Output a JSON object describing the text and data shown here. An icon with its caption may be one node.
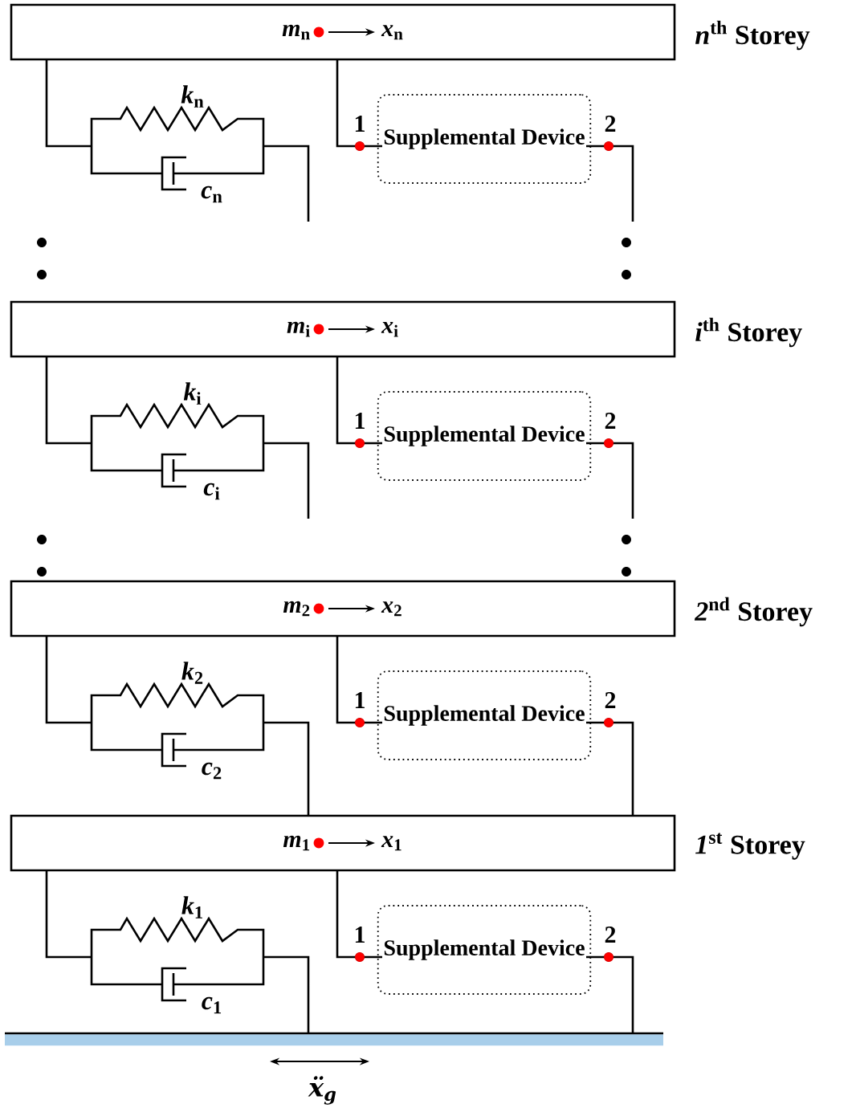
{
  "diagram": {
    "nodes": [
      {
        "text": [
          "*m*$_{n}$",
          "*x*$_{n}$"
        ],
        "beside": [
          "*n*$^{th}$ Storey"
        ]
      },
      {
        "text": [
          "Supplemental Device"
        ]
      },
      {
        "text": [
          "*m*$_{i}$",
          "*x*$_{i}$"
        ],
        "beside": [
          "*i*$^{th}$ Storey"
        ]
      },
      {
        "text": [
          "Supplemental Device"
        ]
      },
      {
        "text": [
          "*m*$_{2}$",
          "*x*$_{2}$"
        ],
        "beside": [
          "*2*$^{nd}$ Storey"
        ]
      },
      {
        "text": [
          "Supplemental Device"
        ]
      },
      {
        "text": [
          "*m*$_{1}$",
          "*x*$_{1}$"
        ],
        "beside": [
          "*1*$^{st}$ Storey"
        ]
      },
      {
        "text": [
          "Supplemental Device"
        ]
      },
      {
        "text": [],
        "shape": "bar"
      }
    ],
    "edges": [
      {
        "from": 0,
        "to": 1,
        "arrow": "none"
      },
      {
        "from": 1,
        "to": null,
        "arrow": "none"
      },
      {
        "from": 0,
        "to": null,
        "arrow": "none"
      },
      {
        "from": 2,
        "to": 3,
        "arrow": "none"
      },
      {
        "from": 3,
        "to": null,
        "arrow": "none"
      },
      {
        "from": 2,
        "to": null,
        "arrow": "none"
      },
      {
        "from": 4,
        "to": 5,
        "arrow": "none"
      },
      {
        "from": 5,
        "to": 6,
        "arrow": "none"
      },
      {
        "from": 4,
        "to": 6,
        "arrow": "none"
      },
      {
        "from": 6,
        "to": 7,
        "arrow": "none"
      },
      {
        "from": 7,
        "to": 8,
        "arrow": "none"
      },
      {
        "from": 6,
        "to": 8,
        "arrow": "none"
      }
    ],
    "labels": [
      "*k*$_{n}$",
      "*c*$_{n}$",
      "1",
      "2",
      "*k*$_{i}$",
      "*c*$_{i}$",
      "1",
      "2",
      "*k*$_{2}$",
      "*c*$_{2}$",
      "1",
      "2",
      "*k*$_{1}$",
      "*c*$_{1}$",
      "1",
      "2",
      "ẍ$_{g}$"
    ]
  }
}
